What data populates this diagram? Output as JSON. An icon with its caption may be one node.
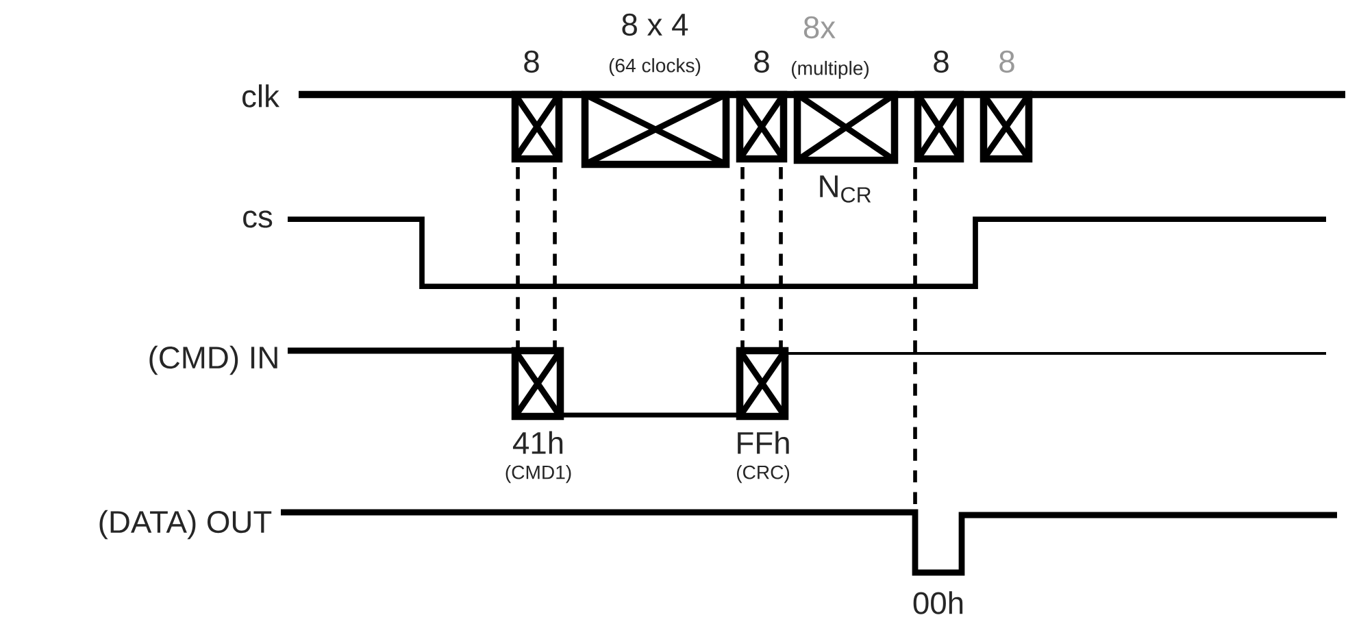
{
  "diagram": {
    "labels": [
      "8 x 4",
      "8x",
      "8",
      "(64 clocks)",
      "8",
      "(multiple)",
      "8",
      "8",
      "clk",
      "N$_{CR}$",
      "cs",
      "(CMD) IN",
      "41h",
      "FFh",
      "(CMD1)",
      "(CRC)",
      "(DATA) OUT",
      "00h"
    ]
  }
}
